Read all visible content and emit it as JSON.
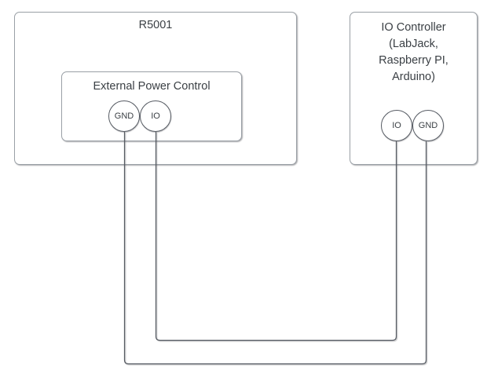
{
  "colors": {
    "background": "#ffffff",
    "box_border": "#9aa0a6",
    "port_border": "#565b63",
    "wire": "#565b63",
    "text": "#3b4045"
  },
  "r5001": {
    "title": "R5001"
  },
  "power_control": {
    "title": "External Power Control",
    "ports": {
      "gnd": "GND",
      "io": "IO"
    }
  },
  "io_controller": {
    "title_lines": [
      "IO Controller",
      "(LabJack,",
      "Raspberry PI,",
      "Arduino)"
    ],
    "ports": {
      "io": "IO",
      "gnd": "GND"
    }
  },
  "connections": [
    {
      "from": "External Power Control IO",
      "to": "IO Controller IO"
    },
    {
      "from": "External Power Control GND",
      "to": "IO Controller GND"
    }
  ]
}
